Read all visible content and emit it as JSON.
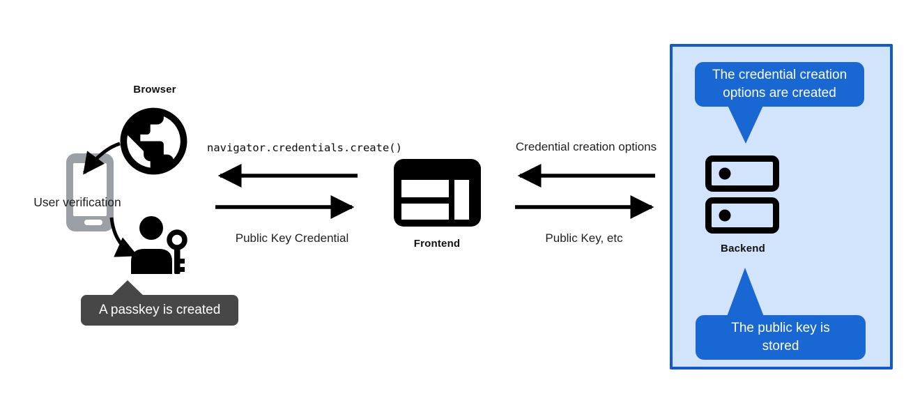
{
  "left": {
    "browser_label": "Browser",
    "user_verification_label": "User verification",
    "passkey_callout": "A passkey is created"
  },
  "center": {
    "top_arrow_label": "navigator.credentials.create()",
    "bottom_arrow_label": "Public Key Credential",
    "frontend_label": "Frontend"
  },
  "right": {
    "top_arrow_label": "Credential creation options",
    "bottom_arrow_label": "Public Key, etc",
    "top_callout": "The credential creation options are created",
    "backend_label": "Backend",
    "bottom_callout": "The public key is stored"
  },
  "icons": {
    "globe": "globe-browser-icon",
    "phone": "smartphone-icon",
    "person_key": "person-with-key-icon",
    "frontend_window": "browser-window-icon",
    "server": "server-stack-icon"
  },
  "colors": {
    "callout_blue": "#1967d2",
    "panel_bg": "#d2e3fc",
    "panel_border": "#1259cf",
    "dark_callout_bg": "#474747",
    "phone_gray": "#9aa0a6",
    "icon_black": "#000000",
    "text": "#1f1f1f"
  }
}
